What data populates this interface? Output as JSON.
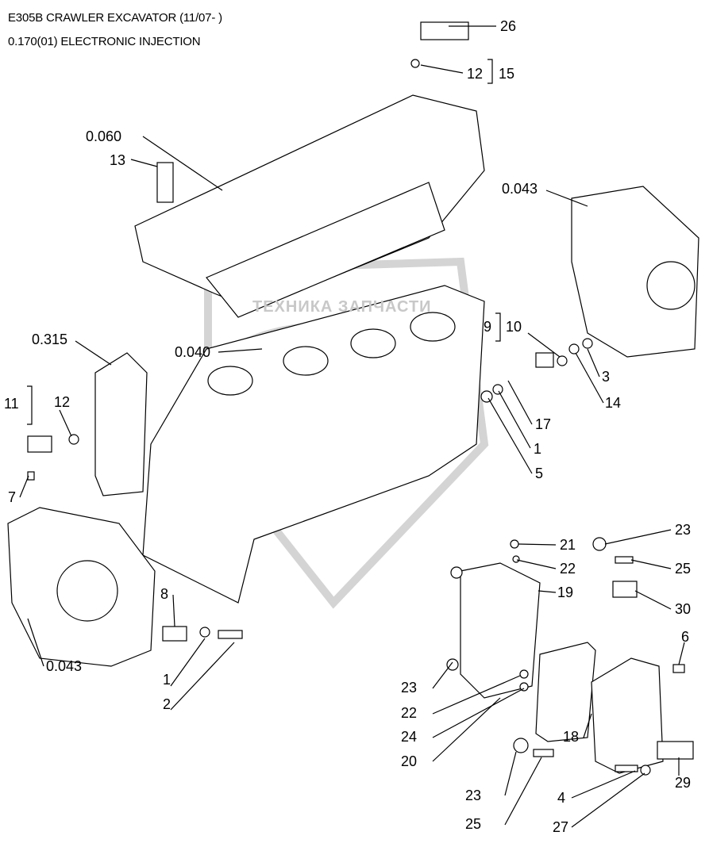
{
  "header": {
    "title": "E305B CRAWLER EXCAVATOR (11/07- )",
    "subtitle": "0.170(01) ELECTRONIC INJECTION"
  },
  "watermark": "ТЕХНИКА ЗАПЧАСТИ",
  "callouts": [
    "26",
    "12",
    "15",
    "0.060",
    "13",
    "0.043",
    "0.315",
    "0.040",
    "9",
    "10",
    "3",
    "14",
    "17",
    "1",
    "5",
    "11",
    "12",
    "7",
    "23",
    "21",
    "25",
    "22",
    "19",
    "8",
    "30",
    "6",
    "0.043",
    "1",
    "23",
    "2",
    "22",
    "24",
    "18",
    "20",
    "29",
    "23",
    "4",
    "25",
    "27"
  ]
}
